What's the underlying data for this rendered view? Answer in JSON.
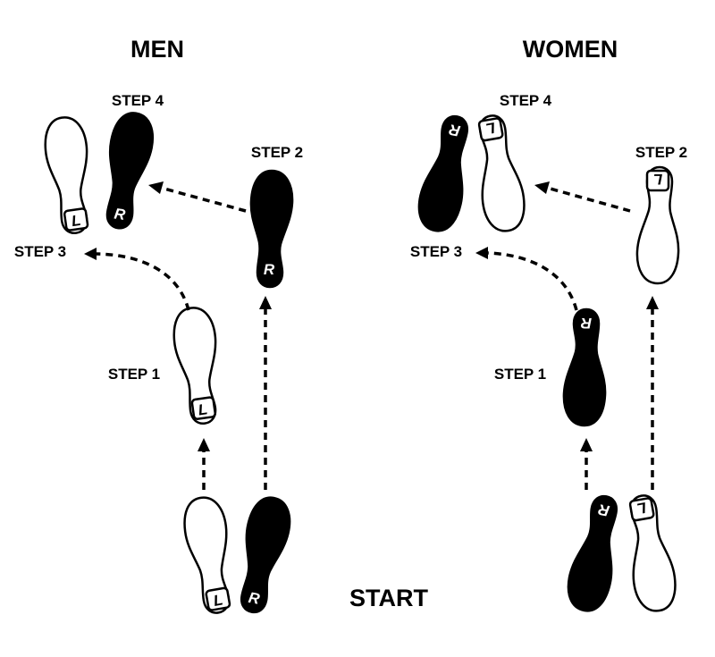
{
  "men": {
    "title": "MEN",
    "step1": "STEP 1",
    "step2": "STEP 2",
    "step3": "STEP 3",
    "step4": "STEP 4"
  },
  "women": {
    "title": "WOMEN",
    "step1": "STEP 1",
    "step2": "STEP 2",
    "step3": "STEP 3",
    "step4": "STEP 4"
  },
  "start_label": "START",
  "foot_letters": {
    "left": "L",
    "right": "R"
  },
  "colors": {
    "black_foot": "#000000",
    "white_foot": "#ffffff",
    "outline": "#000000"
  }
}
